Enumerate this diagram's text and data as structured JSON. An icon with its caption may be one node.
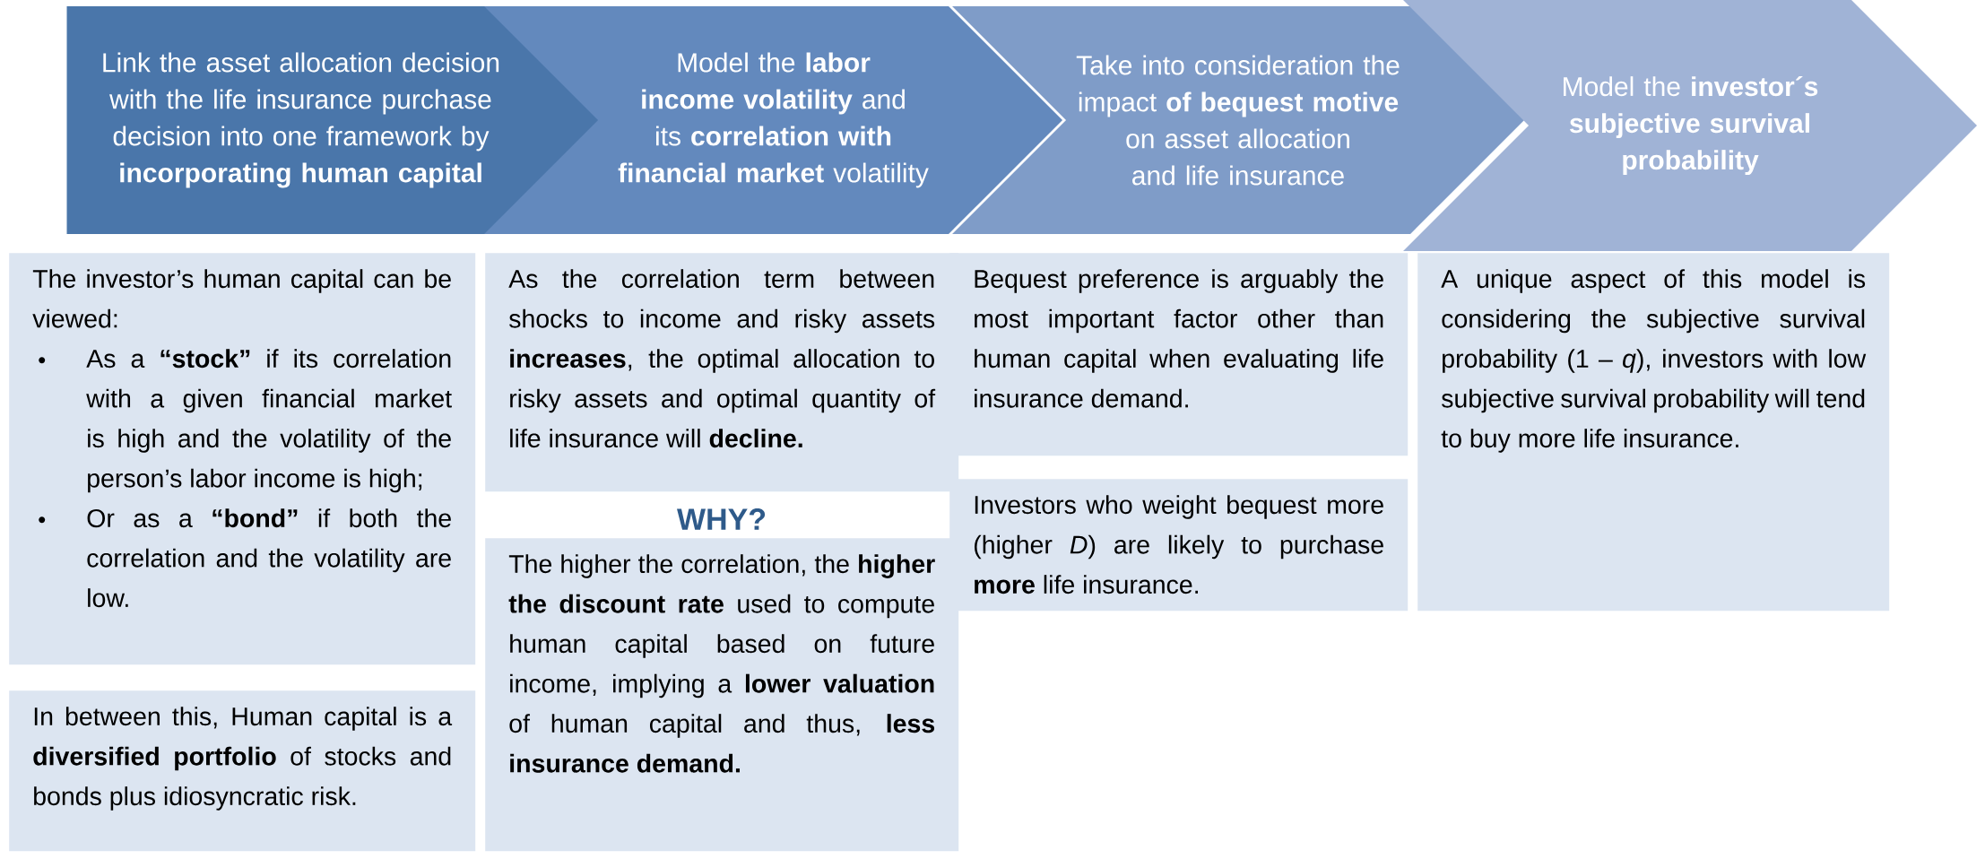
{
  "diagram": {
    "nodes": [
      {
        "text": [
          "Link the asset allocation decision with the life insurance purchase decision into one framework by **incorporating human capital**"
        ]
      },
      {
        "text": [
          "Model the **labor income volatility** and its **correlation with financial market** volatility"
        ]
      },
      {
        "text": [
          "Take into consideration the impact **of bequest motive** on asset allocation and life insurance"
        ]
      },
      {
        "text": [
          "Model the **investor´s subjective survival probability**"
        ]
      },
      {
        "text": [
          "The investor’s human capital can be viewed:",
          "As a **“stock”** if its correlation with a given financial market is high and the volatility of the person’s labor income is high;",
          "Or as a **“bond”** if both the correlation and the volatility are low."
        ]
      },
      {
        "text": [
          "In between this, Human capital is a **diversified portfolio** of stocks and bonds plus idiosyncratic risk."
        ]
      },
      {
        "text": [
          "As the correlation term between shocks to income and risky assets **increases**, the optimal allocation to risky assets and optimal quantity of life insurance will **decline.**"
        ]
      },
      {
        "text": [
          "The higher the correlation, the **higher the discount rate** used to compute human capital based on future income, implying a **lower valuation** of human capital and thus, **less insurance demand.**"
        ]
      },
      {
        "text": [
          "Bequest preference is arguably the most important factor other than human capital when evaluating life insurance demand."
        ]
      },
      {
        "text": [
          "Investors who weight bequest more (higher *D*) are likely to purchase **more** life insurance."
        ]
      },
      {
        "text": [
          "A unique aspect of this model is considering the subjective survival probability (1 – *q*), investors with low subjective survival probability will tend to buy more life insurance."
        ]
      }
    ],
    "labels": [
      "WHY?"
    ]
  }
}
